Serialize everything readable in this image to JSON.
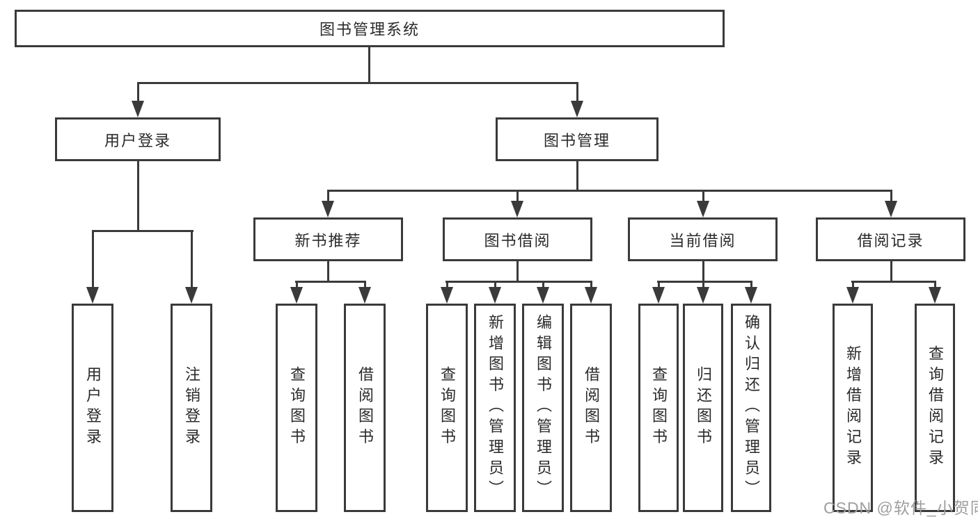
{
  "tree": {
    "label": "图书管理系统",
    "children": [
      {
        "label": "用户登录",
        "children": [
          {
            "label": "用户登录"
          },
          {
            "label": "注销登录"
          }
        ]
      },
      {
        "label": "图书管理",
        "children": [
          {
            "label": "新书推荐",
            "children": [
              {
                "label": "查询图书"
              },
              {
                "label": "借阅图书"
              }
            ]
          },
          {
            "label": "图书借阅",
            "children": [
              {
                "label": "查询图书"
              },
              {
                "label": "新增图书（管理员）"
              },
              {
                "label": "编辑图书（管理员）"
              },
              {
                "label": "借阅图书"
              }
            ]
          },
          {
            "label": "当前借阅",
            "children": [
              {
                "label": "查询图书"
              },
              {
                "label": "归还图书"
              },
              {
                "label": "确认归还（管理员）"
              }
            ]
          },
          {
            "label": "借阅记录",
            "children": [
              {
                "label": "新增借阅记录"
              },
              {
                "label": "查询借阅记录"
              }
            ]
          }
        ]
      }
    ]
  },
  "watermark": {
    "text": "CSDN @软件_小贺同学"
  },
  "colors": {
    "line": "#3a3a3a",
    "text": "#2a2a2a",
    "background": "#ffffff",
    "watermark": "#9e9e9e"
  }
}
